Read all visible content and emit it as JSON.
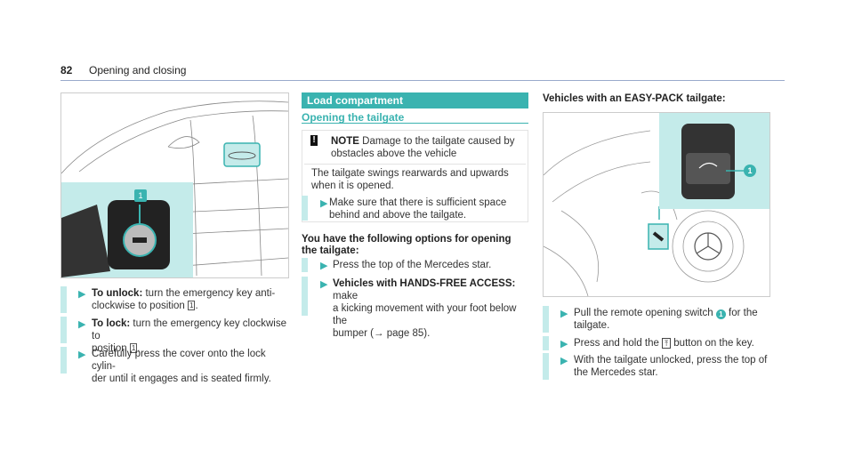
{
  "header": {
    "page_number": "82",
    "title": "Opening and closing"
  },
  "left": {
    "figure_callout": "1",
    "steps": [
      {
        "bold": "To unlock:",
        "text": " turn the emergency key anti-\nclockwise to position ",
        "sym": "1",
        "after": "."
      },
      {
        "bold": "To lock:",
        "text": " turn the emergency key clockwise to\nposition ",
        "sym": "1",
        "after": "."
      },
      {
        "bold": "",
        "text": "Carefully press the cover onto the lock cylin-\nder until it engages and is seated firmly.",
        "sym": "",
        "after": ""
      }
    ]
  },
  "middle": {
    "section_title": "Load compartment",
    "subheading": "Opening the tailgate",
    "note": {
      "label": "NOTE",
      "text1": " Damage to the tailgate caused by",
      "text2": "obstacles above the vehicle",
      "body": "The tailgate swings rearwards and upwards\nwhen it is opened.",
      "step": "Make sure that there is sufficient space\nbehind and above the tailgate."
    },
    "options_heading": "You have the following options for opening\nthe tailgate:",
    "steps": [
      {
        "bold": "",
        "text": "Press the top of the Mercedes star."
      },
      {
        "bold": "Vehicles with HANDS-FREE ACCESS:",
        "text": " make\na kicking movement with your foot below the\nbumper (→ page 85)."
      }
    ]
  },
  "right": {
    "heading": "Vehicles with an EASY-PACK tailgate:",
    "figure_callout": "1",
    "step1_a": "Pull the remote opening switch ",
    "step1_callout": "1",
    "step1_b": " for the\ntailgate.",
    "step2_a": "Press and hold the ",
    "step2_icon": "tailgate-button-icon",
    "step2_b": " button on the key.",
    "step3": "With the tailgate unlocked, press the top of\nthe Mercedes star."
  },
  "colors": {
    "accent": "#3ab3b0",
    "highlight": "#c4ebea"
  }
}
